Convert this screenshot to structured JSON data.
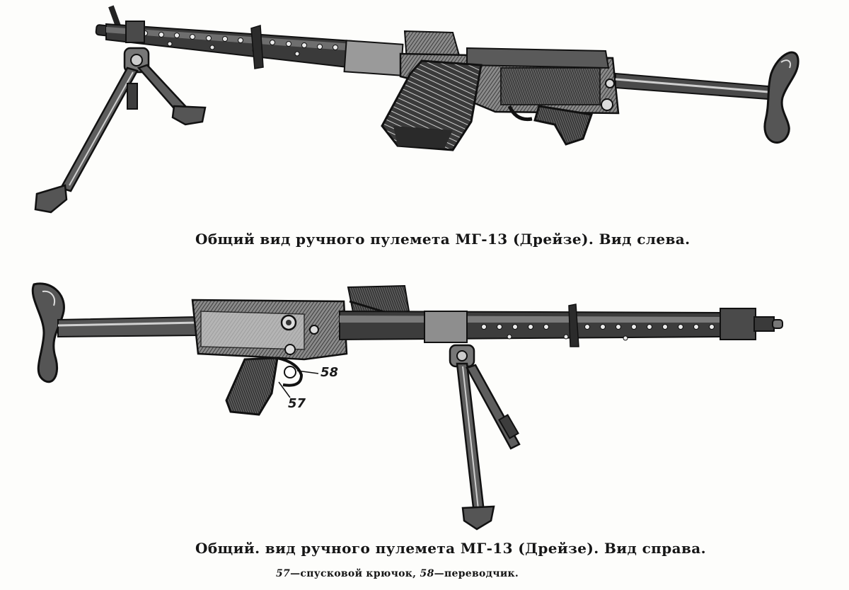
{
  "figure_left": {
    "caption": "Общий вид ручного пулемета МГ-13 (Дрейзе). Вид слева."
  },
  "figure_right": {
    "caption": "Общий. вид ручного пулемета МГ-13 (Дрейзе). Вид справа.",
    "callouts": {
      "trigger_number": "57",
      "selector_number": "58"
    }
  },
  "legend": {
    "item1_number": "57",
    "item1_text": "—спусковой крючок,",
    "item2_number": "58",
    "item2_text": "—переводчик."
  }
}
